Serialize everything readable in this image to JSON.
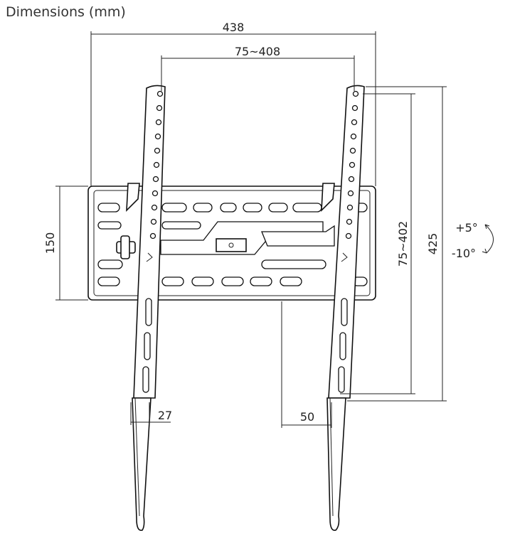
{
  "title": "Dimensions (mm)",
  "dimensions": {
    "overall_width": "438",
    "vesa_horizontal": "75~408",
    "plate_height": "150",
    "vesa_vertical": "75~402",
    "arm_height": "425",
    "arm_width": "27",
    "wall_depth": "50"
  },
  "tilt": {
    "up": "+5°",
    "down": "-10°"
  }
}
